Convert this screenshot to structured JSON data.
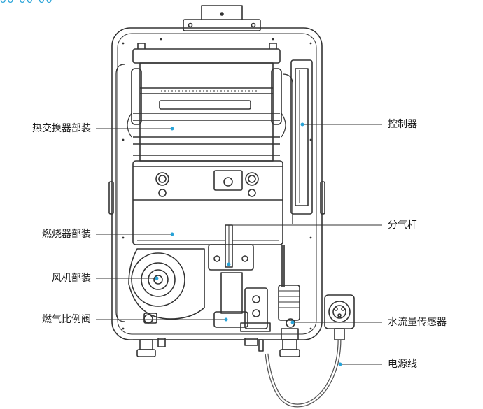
{
  "header_fragment": "ᴗᴗ ᴗᴗ ᴗᴗ",
  "accent_color": "#27a3d8",
  "line_color": "#333333",
  "labels": {
    "heat_exchanger": "热交换器部装",
    "burner": "燃烧器部装",
    "fan": "风机部装",
    "gas_valve": "燃气比例阀",
    "controller": "控制器",
    "gas_rod": "分气杆",
    "flow_sensor": "水流量传感器",
    "power_cord": "电源线"
  }
}
